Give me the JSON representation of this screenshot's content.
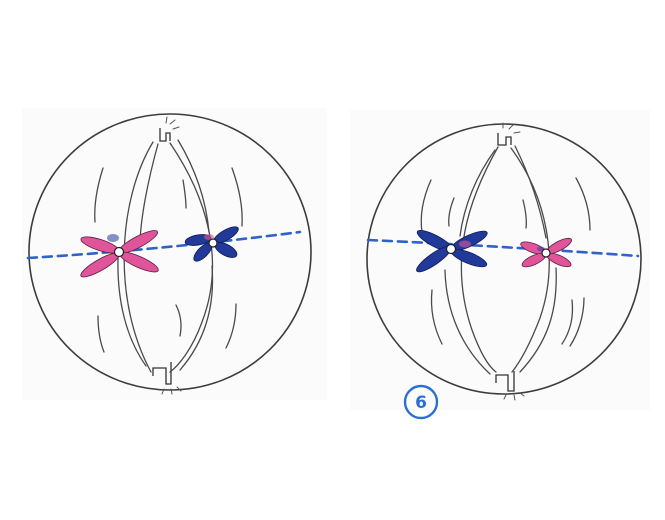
{
  "figure": {
    "panel_label": "6",
    "colors": {
      "outline": "#3c3c3c",
      "metaphase_plate": "#2f63c9",
      "chromosome_pink": "#e0559a",
      "chromosome_blue": "#213a9a",
      "panel_label": "#2b6fd6"
    },
    "cells": [
      {
        "name": "left-cell",
        "chromosomes": [
          "pink",
          "blue"
        ]
      },
      {
        "name": "right-cell",
        "chromosomes": [
          "blue",
          "pink"
        ]
      }
    ]
  }
}
